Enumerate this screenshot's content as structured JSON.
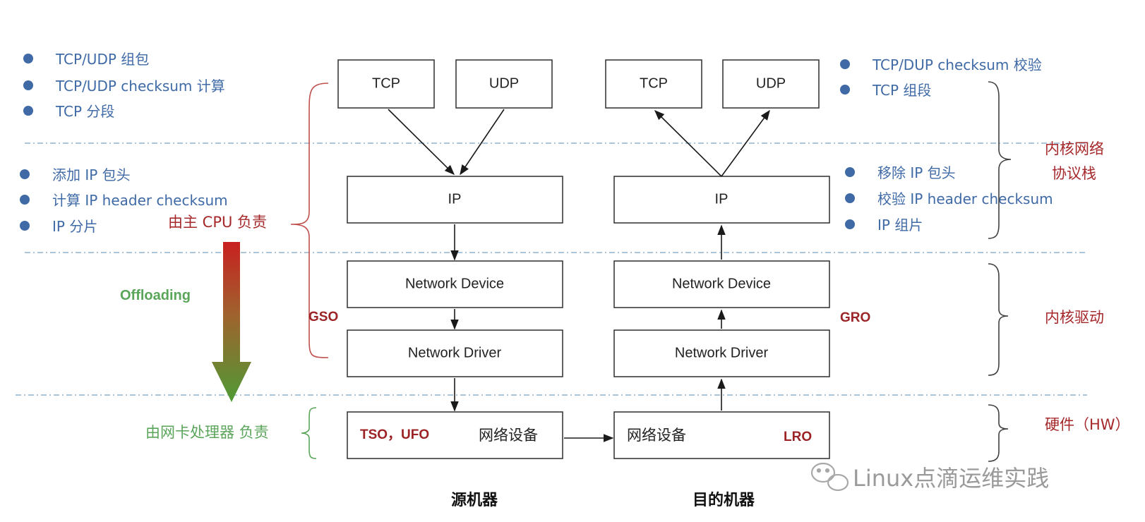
{
  "left_notes": {
    "group1": [
      "TCP/UDP 组包",
      "TCP/UDP checksum 计算",
      "TCP 分段"
    ],
    "group2": [
      "添加 IP 包头",
      "计算 IP header checksum",
      "IP 分片"
    ]
  },
  "right_notes": {
    "group1": [
      "TCP/DUP checksum 校验",
      "TCP 组段"
    ],
    "group2": [
      "移除 IP 包头",
      "校验 IP header checksum",
      "IP 组片"
    ]
  },
  "source": {
    "tcp": "TCP",
    "udp": "UDP",
    "ip": "IP",
    "network_device": "Network Device",
    "network_driver": "Network Driver",
    "hw_tags": "TSO，UFO",
    "hw_device": "网络设备",
    "caption": "源机器"
  },
  "destination": {
    "tcp": "TCP",
    "udp": "UDP",
    "ip": "IP",
    "network_device": "Network Device",
    "network_driver": "Network Driver",
    "hw_device": "网络设备",
    "hw_tag": "LRO",
    "caption": "目的机器"
  },
  "labels": {
    "cpu_responsible": "由主 CPU 负责",
    "offloading": "Offloading",
    "gso": "GSO",
    "gro": "GRO",
    "nic_responsible": "由网卡处理器 负责"
  },
  "layers": {
    "kernel_stack_line1": "内核网络",
    "kernel_stack_line2": "协议栈",
    "kernel_driver": "内核驱动",
    "hardware": "硬件（HW）"
  },
  "watermark": "Linux点滴运维实践",
  "colors": {
    "note_blue": "#3f6aa6",
    "label_red": "#a5282a",
    "label_green": "#5aa55a",
    "separator": "#8fb3cf"
  }
}
